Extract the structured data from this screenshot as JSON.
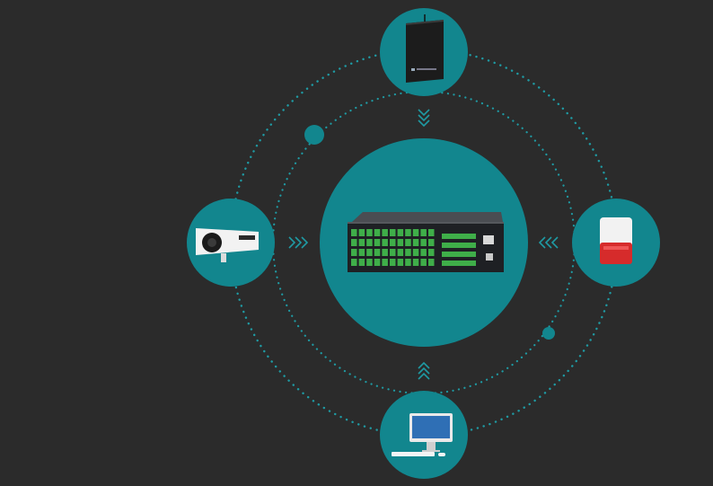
{
  "diagram": {
    "center_node": {
      "icon": "rack-controller-icon",
      "color": "#12868e"
    },
    "satellite_nodes": [
      {
        "id": "top",
        "icon": "control-panel-icon"
      },
      {
        "id": "left",
        "icon": "bullet-camera-icon"
      },
      {
        "id": "right",
        "icon": "alarm-siren-icon"
      },
      {
        "id": "bottom",
        "icon": "desktop-computer-icon"
      }
    ],
    "colors": {
      "background": "#2b2b2b",
      "node": "#12868e",
      "ring": "#1f9aa3",
      "siren_red": "#d62b2b",
      "terminal_green": "#3fae49"
    }
  }
}
